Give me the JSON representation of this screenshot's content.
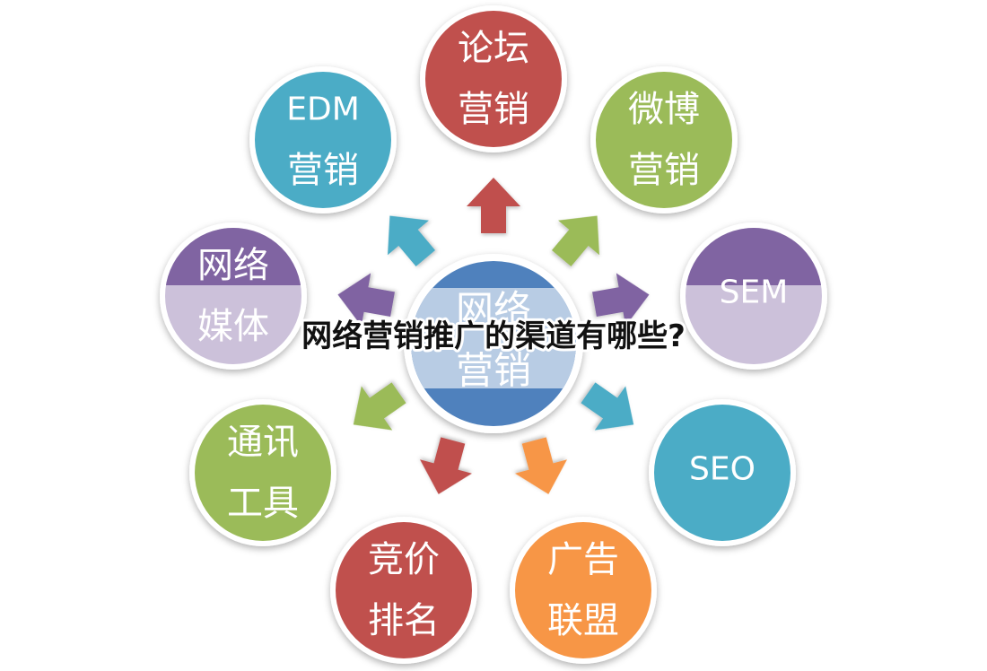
{
  "title": "网络营销推广的渠道有哪些?",
  "hub": {
    "line1": "网络",
    "line2": "营销",
    "color": "#4f81bd",
    "light_color": "#b8cce4"
  },
  "channels": [
    {
      "id": "forum",
      "line1": "论坛",
      "line2": "营销",
      "color": "#c0504d",
      "style": "solid"
    },
    {
      "id": "weibo",
      "line1": "微博",
      "line2": "营销",
      "color": "#9bbb59",
      "style": "solid"
    },
    {
      "id": "sem",
      "line1": "SEM",
      "line2": "",
      "color": "#8064a2",
      "light_color": "#ccc1da",
      "style": "split"
    },
    {
      "id": "seo",
      "line1": "SEO",
      "line2": "",
      "color": "#4bacc6",
      "style": "solid"
    },
    {
      "id": "ad-union",
      "line1": "广告",
      "line2": "联盟",
      "color": "#f79646",
      "style": "solid"
    },
    {
      "id": "bidding",
      "line1": "竞价",
      "line2": "排名",
      "color": "#c0504d",
      "style": "solid"
    },
    {
      "id": "im-tools",
      "line1": "通讯",
      "line2": "工具",
      "color": "#9bbb59",
      "style": "solid"
    },
    {
      "id": "net-media",
      "line1": "网络",
      "line2": "媒体",
      "color": "#8064a2",
      "light_color": "#ccc1da",
      "style": "split"
    },
    {
      "id": "edm",
      "line1": "EDM",
      "line2": "营销",
      "color": "#4bacc6",
      "style": "solid"
    }
  ]
}
